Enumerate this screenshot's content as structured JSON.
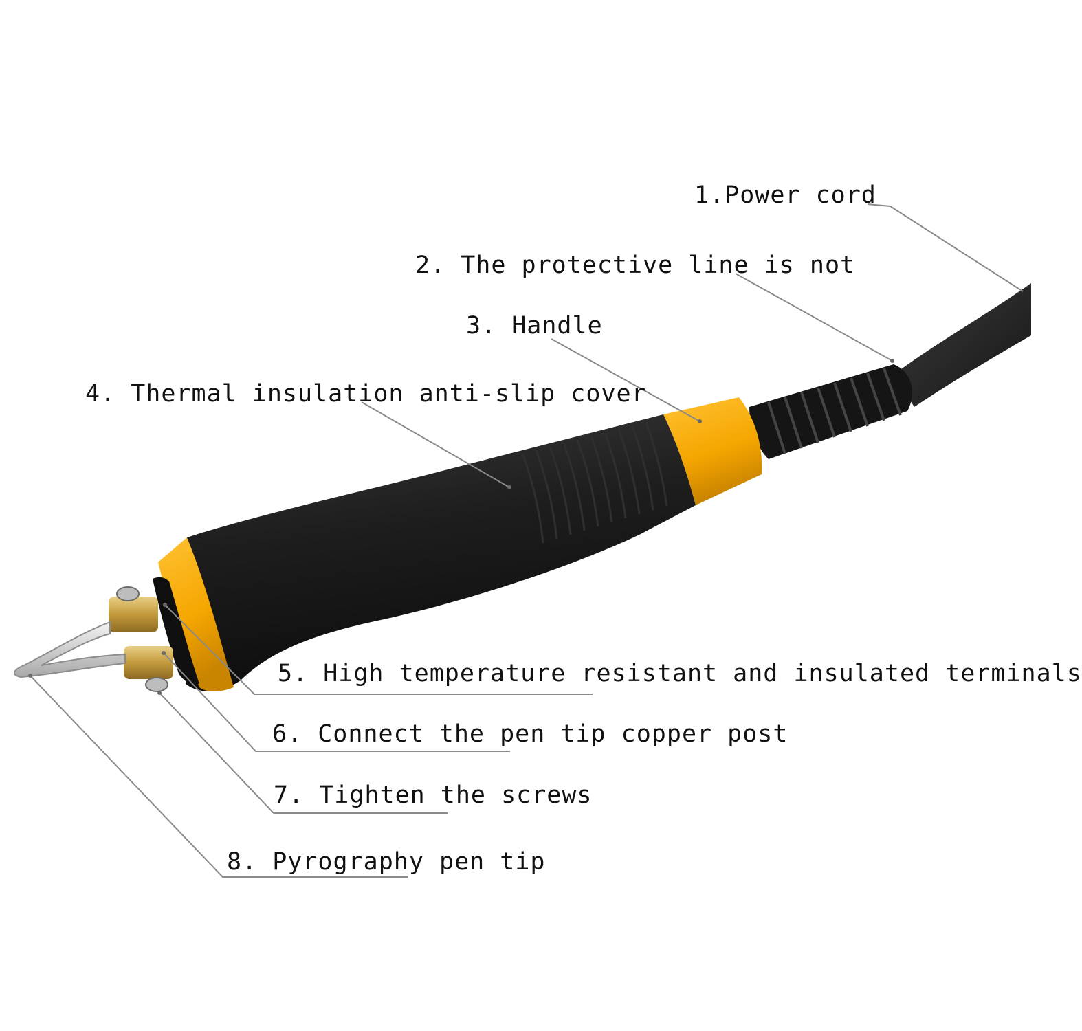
{
  "labels": {
    "power_cord": "1.Power cord",
    "protective_line": "2. The protective line is not",
    "handle": "3. Handle",
    "cover": "4. Thermal insulation anti-slip cover",
    "terminals": "5. High temperature resistant and insulated terminals",
    "copper_post": "6. Connect the pen tip copper post",
    "screws": "7. Tighten the screws",
    "pen_tip": "8. Pyrography pen tip"
  },
  "colors": {
    "handle_body": "#1b1b1b",
    "accent_ring": "#f7a800",
    "brass": "#c8a24a",
    "cord": "#2a2a2a",
    "leader_line": "#8a8a8a",
    "text": "#111111",
    "background": "#ffffff"
  }
}
